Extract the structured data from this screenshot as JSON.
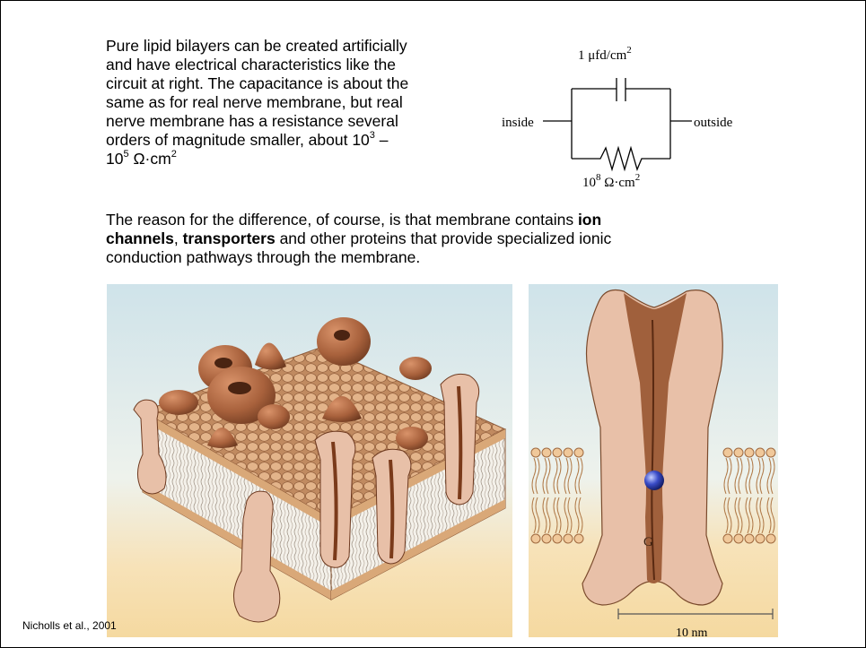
{
  "slide": {
    "paragraph1": {
      "line1": "Pure lipid bilayers can be created artificially",
      "line2": "and have electrical characteristics like the",
      "line3": "circuit at right. The capacitance is about the",
      "line4": "same as for real nerve membrane, but real",
      "line5": "nerve membrane has a resistance several",
      "line6a": "orders of magnitude smaller, about 10",
      "line6sup": "3",
      "line6b": " –",
      "line7a": "10",
      "line7sup": "5",
      "line7b": " Ω·cm",
      "line7sup2": "2"
    },
    "paragraph2": {
      "line1a": "The reason for the difference, of course, is that membrane contains ",
      "line1b": "ion",
      "line2a": "channels",
      "line2b": ", ",
      "line2c": "transporters",
      "line2d": " and other proteins that provide specialized ionic",
      "line3": "conduction pathways through the membrane."
    },
    "circuit": {
      "capacitance": "1 μfd/cm",
      "capacitance_sup": "2",
      "resistance": "10",
      "resistance_sup1": "8",
      "resistance_mid": " Ω·cm",
      "resistance_sup2": "2",
      "inside_label": "inside",
      "outside_label": "outside"
    },
    "illustration": {
      "channel_label": "G",
      "scale_label": "10 nm"
    },
    "citation": "Nicholls et al., 2001",
    "colors": {
      "protein_brown": "#a0603c",
      "protein_light": "#e8c0a8",
      "lipid_head": "#d9a878",
      "sky": "#cfe3ea",
      "sand": "#f5d9a0"
    }
  }
}
